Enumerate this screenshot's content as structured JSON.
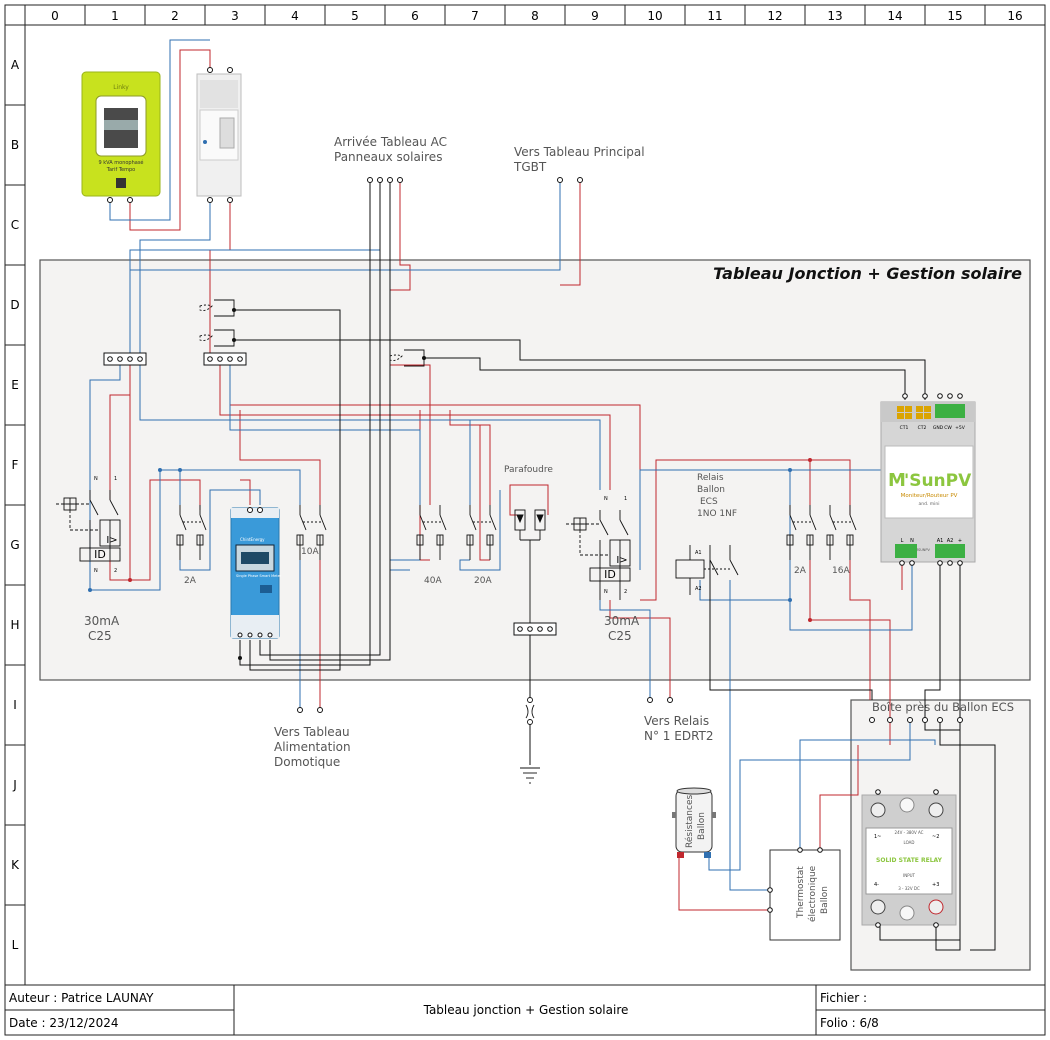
{
  "grid": {
    "columns": [
      "0",
      "1",
      "2",
      "3",
      "4",
      "5",
      "6",
      "7",
      "8",
      "9",
      "10",
      "11",
      "12",
      "13",
      "14",
      "15",
      "16"
    ],
    "rows": [
      "A",
      "B",
      "C",
      "D",
      "E",
      "F",
      "G",
      "H",
      "I",
      "J",
      "K",
      "L"
    ]
  },
  "colors": {
    "phase": "#c0272d",
    "neutral": "#2f6fb0",
    "control": "#111111",
    "enclosure_fill": "#f4f3f2",
    "linky": "#c8e21e",
    "msunpv_green": "#8cc63f"
  },
  "enclosures": {
    "main_title": "Tableau Jonction + Gestion solaire",
    "box_title": "Boîte près du Ballon ECS"
  },
  "labels": {
    "arrivee": [
      "Arrivée Tableau AC",
      "Panneaux solaires"
    ],
    "vers_principal": [
      "Vers Tableau Principal",
      "TGBT"
    ],
    "vers_domotique": [
      "Vers Tableau",
      "Alimentation",
      "Domotique"
    ],
    "vers_relais": [
      "Vers Relais",
      "N° 1 EDRT2"
    ],
    "parafoudre": "Parafoudre",
    "relais": [
      "Relais",
      "Ballon",
      "ECS",
      "1NO 1NF"
    ],
    "diff1": [
      "30mA",
      "C25"
    ],
    "diff2": [
      "30mA",
      "C25"
    ],
    "cb_2a": "2A",
    "cb_10a": "10A",
    "cb_40a": "40A",
    "cb_20a": "20A",
    "cb_2a_b": "2A",
    "cb_16a": "16A",
    "id": "ID",
    "diff_trip": "I>",
    "pole_n": "N",
    "pole_1": "1",
    "pole_2": "2",
    "a1": "A1",
    "a2": "A2",
    "resistances": [
      "Résistances",
      "Ballon"
    ],
    "thermostat": [
      "Thermostat",
      "électronique",
      "Ballon"
    ]
  },
  "devices": {
    "linky": {
      "brand": "Linky",
      "line1": "9 kVA monophasé",
      "line2": "Tarif Tempo"
    },
    "msunpv": {
      "logo_m": "M",
      "logo_rest": "'SunPV",
      "subtitle": "Moniteur/Routeur PV",
      "sub2": "and. mini",
      "terminals_top": [
        "CT1",
        "CT2",
        "GND",
        "CW",
        "+5V"
      ],
      "terminals_bottom": [
        "L",
        "N",
        "A1",
        "A2",
        "+"
      ],
      "brand_small": "MSUNPV"
    },
    "ssr": {
      "title": "SOLID STATE RELAY",
      "load": "LOAD",
      "input": "INPUT",
      "range_ac": "24V - 380V AC",
      "range_dc": "3 - 32V DC",
      "t1": "1~",
      "t2": "~2",
      "t3": "+3",
      "t4": "4-"
    },
    "energy_meter": {
      "brand": "ChintEnergy",
      "model": "Single Phase Smart Meter"
    }
  },
  "footer": {
    "author": "Auteur : Patrice LAUNAY",
    "date": "Date : 23/12/2024",
    "title": "Tableau jonction + Gestion solaire",
    "file": "Fichier :",
    "folio": "Folio : 6/8"
  }
}
